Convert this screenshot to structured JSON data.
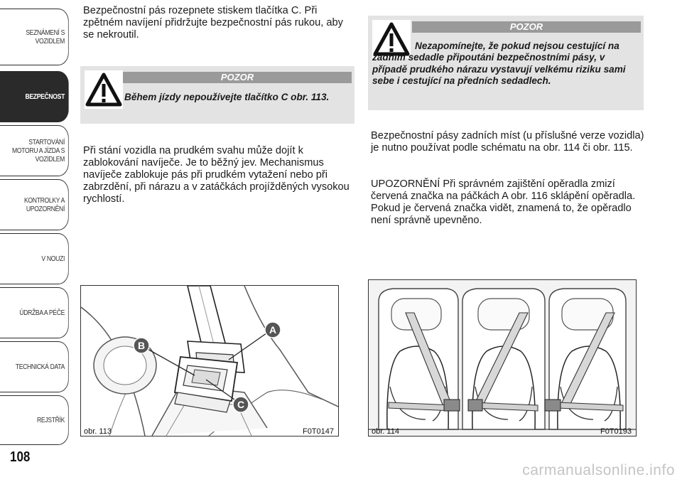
{
  "nav": {
    "tabs": [
      {
        "label": "SEZNÁMENÍ S VOZIDLEM",
        "active": false
      },
      {
        "label": "BEZPEČNOST",
        "active": true
      },
      {
        "label": "STARTOVÁNÍ MOTORU A JÍZDA S VOZIDLEM",
        "active": false
      },
      {
        "label": "KONTROLKY A UPOZORNĚNÍ",
        "active": false
      },
      {
        "label": "V NOUZI",
        "active": false
      },
      {
        "label": "ÚDRŽBA A PÉČE",
        "active": false
      },
      {
        "label": "TECHNICKÁ DATA",
        "active": false
      },
      {
        "label": "REJSTŘÍK",
        "active": false
      }
    ]
  },
  "page_number": "108",
  "left_column": {
    "intro": "Bezpečnostní pás rozepnete stiskem tlačítka C. Při zpětném navíjení přidržujte bezpečnostní pás rukou, aby se nekroutil.",
    "warning": {
      "title": "POZOR",
      "text": "Během jízdy nepoužívejte tlačítko C obr. 113."
    },
    "body": "Při stání vozidla na prudkém svahu může dojít k zablokování navíječe. Je to běžný jev. Mechanismus navíječe zablokuje pás při prudkém vytažení nebo při zabrzdění, při nárazu a v zatáčkách projížděných vysokou rychlostí."
  },
  "right_column": {
    "warning": {
      "title": "POZOR",
      "text": "Nezapomínejte, že pokud nejsou cestující na zadním sedadle připoutáni bezpečnostními pásy, v případě prudkého nárazu vystavují velkému riziku sami sebe i cestující na předních sedadlech."
    },
    "body1": "Bezpečnostní pásy zadních míst (u příslušné verze vozidla) je nutno používat podle schématu na obr. 114 či obr. 115.",
    "body2": "UPOZORNĚNÍ Při správném zajištění opěradla zmizí červená značka na páčkách A obr. 116 sklápění opěradla. Pokud je červená značka vidět, znamená to, že opěradlo není správně upevněno."
  },
  "figures": {
    "fig113": {
      "label": "obr. 113",
      "code": "F0T0147",
      "callouts": [
        "A",
        "B",
        "C"
      ]
    },
    "fig114": {
      "label": "obr. 114",
      "code": "F0T0193"
    }
  },
  "watermark": "carmanualsonline.info",
  "colors": {
    "warning_bar": "#9a9a9a",
    "warning_box": "#e3e3e3",
    "tab_active": "#2a2a2a",
    "callout": "#555555"
  }
}
